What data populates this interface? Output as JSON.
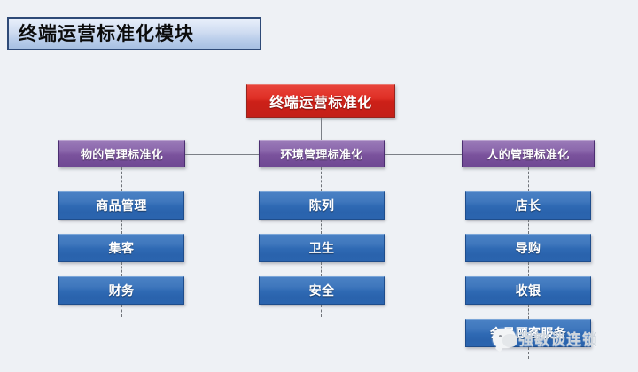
{
  "page": {
    "background_color": "#eef1f5",
    "title": "终端运营标准化模块"
  },
  "diagram": {
    "root": {
      "label": "终端运营标准化",
      "color": "#cc2018"
    },
    "branches": [
      {
        "label": "物的管理标准化",
        "color": "#7a529c"
      },
      {
        "label": "环境管理标准化",
        "color": "#7a529c"
      },
      {
        "label": "人的管理标准化",
        "color": "#7a529c"
      }
    ],
    "columns": [
      {
        "parent": "物的管理标准化",
        "items": [
          {
            "label": "商品管理"
          },
          {
            "label": "集客"
          },
          {
            "label": "财务"
          }
        ]
      },
      {
        "parent": "环境管理标准化",
        "items": [
          {
            "label": "陈列"
          },
          {
            "label": "卫生"
          },
          {
            "label": "安全"
          }
        ]
      },
      {
        "parent": "人的管理标准化",
        "items": [
          {
            "label": "店长"
          },
          {
            "label": "导购"
          },
          {
            "label": "收银"
          },
          {
            "label": "会员顾客服务"
          }
        ]
      }
    ],
    "leaf_color": "#2f6ab4",
    "connector_color": "#7b7f86"
  },
  "watermark": {
    "text": "强敏谈连锁",
    "icon": "wechat-icon",
    "color": "#cfd6dd"
  }
}
